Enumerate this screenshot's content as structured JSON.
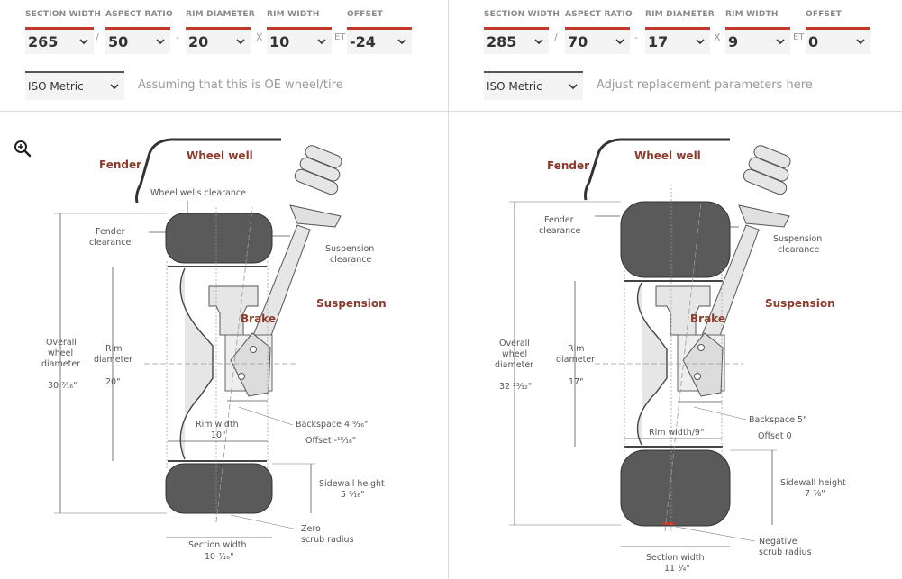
{
  "left": {
    "params": {
      "section_width": {
        "label": "SECTION WIDTH",
        "value": "265"
      },
      "aspect_ratio": {
        "label": "ASPECT RATIO",
        "value": "50"
      },
      "rim_diameter": {
        "label": "RIM DIAMETER",
        "value": "20"
      },
      "rim_width": {
        "label": "RIM WIDTH",
        "value": "10"
      },
      "offset": {
        "label": "OFFSET",
        "value": "-24"
      }
    },
    "separators": {
      "slash": "/",
      "dash": "-",
      "x": "X",
      "et": "ET"
    },
    "units": "ISO Metric",
    "hint": "Assuming that this is OE wheel/tire",
    "diagram": {
      "fender": "Fender",
      "wheel_well": "Wheel well",
      "wheel_wells_clearance": "Wheel wells clearance",
      "fender_clearance_1": "Fender",
      "fender_clearance_2": "clearance",
      "suspension_clearance_1": "Suspension",
      "suspension_clearance_2": "clearance",
      "suspension": "Suspension",
      "brake": "Brake",
      "overall_1": "Overall",
      "overall_2": "wheel",
      "overall_3": "diameter",
      "overall_value": "30 ⁷⁄₁₆\"",
      "rim_diameter_1": "Rim",
      "rim_diameter_2": "diameter",
      "rim_diameter_value": "20\"",
      "rim_width_label": "Rim width",
      "rim_width_value": "10\"",
      "backspace": "Backspace 4 ⁹⁄₁₆\"",
      "offset": "Offset -¹⁵⁄₁₆\"",
      "sidewall_label": "Sidewall height",
      "sidewall_value": "5 ³⁄₁₆\"",
      "scrub_1": "Zero",
      "scrub_2": "scrub radius",
      "section_width_label": "Section width",
      "section_width_value": "10 ⁷⁄₁₆\""
    }
  },
  "right": {
    "params": {
      "section_width": {
        "label": "SECTION WIDTH",
        "value": "285"
      },
      "aspect_ratio": {
        "label": "ASPECT RATIO",
        "value": "70"
      },
      "rim_diameter": {
        "label": "RIM DIAMETER",
        "value": "17"
      },
      "rim_width": {
        "label": "RIM WIDTH",
        "value": "9"
      },
      "offset": {
        "label": "OFFSET",
        "value": "0"
      }
    },
    "separators": {
      "slash": "/",
      "dash": "-",
      "x": "X",
      "et": "ET"
    },
    "units": "ISO Metric",
    "hint": "Adjust replacement parameters here",
    "diagram": {
      "fender": "Fender",
      "wheel_well": "Wheel well",
      "fender_clearance_1": "Fender",
      "fender_clearance_2": "clearance",
      "suspension_clearance_1": "Suspension",
      "suspension_clearance_2": "clearance",
      "suspension": "Suspension",
      "brake": "Brake",
      "overall_1": "Overall",
      "overall_2": "wheel",
      "overall_3": "diameter",
      "overall_value": "32 ²³⁄₃₂\"",
      "rim_diameter_1": "Rim",
      "rim_diameter_2": "diameter",
      "rim_diameter_value": "17\"",
      "rim_width_label": "Rim width/9\"",
      "backspace": "Backspace 5\"",
      "offset": "Offset 0",
      "sidewall_label": "Sidewall height",
      "sidewall_value": "7 ⅞\"",
      "scrub_1": "Negative",
      "scrub_2": "scrub radius",
      "section_width_label": "Section width",
      "section_width_value": "11 ¼\""
    }
  },
  "colors": {
    "accent": "#c0392b",
    "label_brown": "#8b3a2b",
    "tire": "#5a5a5a"
  },
  "icons": {
    "zoom": "zoom-in-icon",
    "chevron": "chevron-down-icon"
  }
}
